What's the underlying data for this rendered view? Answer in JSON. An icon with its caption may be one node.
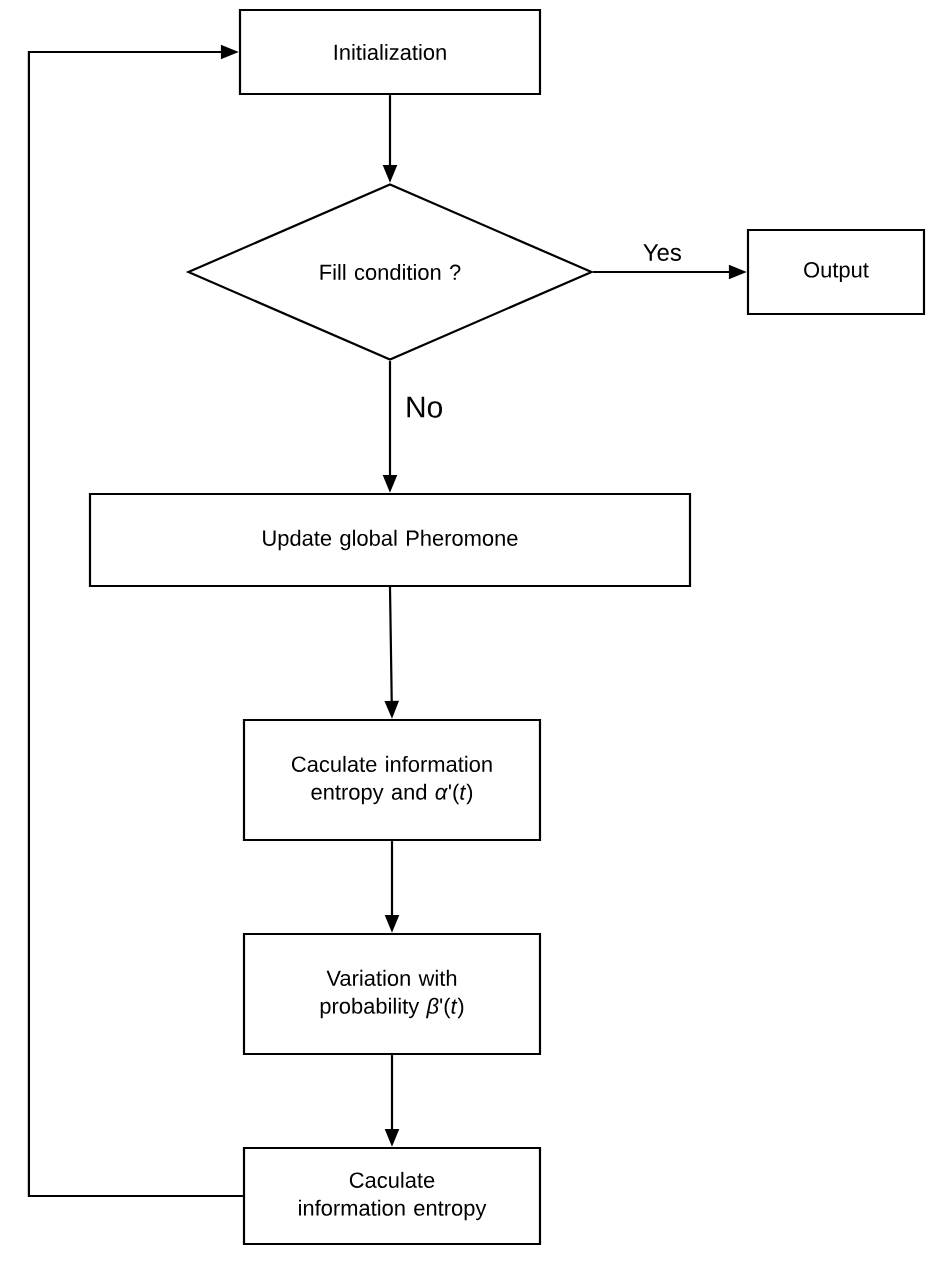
{
  "diagram": {
    "nodes": [
      {
        "text": [
          "Initialization"
        ]
      },
      {
        "text": [
          "Fill condition ?"
        ]
      },
      {
        "text": [
          "Output"
        ]
      },
      {
        "text": [
          "Update global Pheromone"
        ]
      },
      {
        "text": [
          "Caculate information entropy and *α*'(*t*)"
        ]
      },
      {
        "text": [
          "Variation with probability *β*'(*t*)"
        ]
      },
      {
        "text": [
          "Caculate information entropy"
        ]
      }
    ],
    "edges": [
      {
        "from": 0,
        "to": 1,
        "arrow": "to"
      },
      {
        "from": 1,
        "to": 2,
        "arrow": "to",
        "label": "Yes"
      },
      {
        "from": 1,
        "to": 3,
        "arrow": "to",
        "label": "No"
      },
      {
        "from": 3,
        "to": 4,
        "arrow": "to"
      },
      {
        "from": 4,
        "to": 5,
        "arrow": "to"
      },
      {
        "from": 5,
        "to": 6,
        "arrow": "to"
      },
      {
        "from": 6,
        "to": 0,
        "arrow": "to"
      }
    ]
  }
}
